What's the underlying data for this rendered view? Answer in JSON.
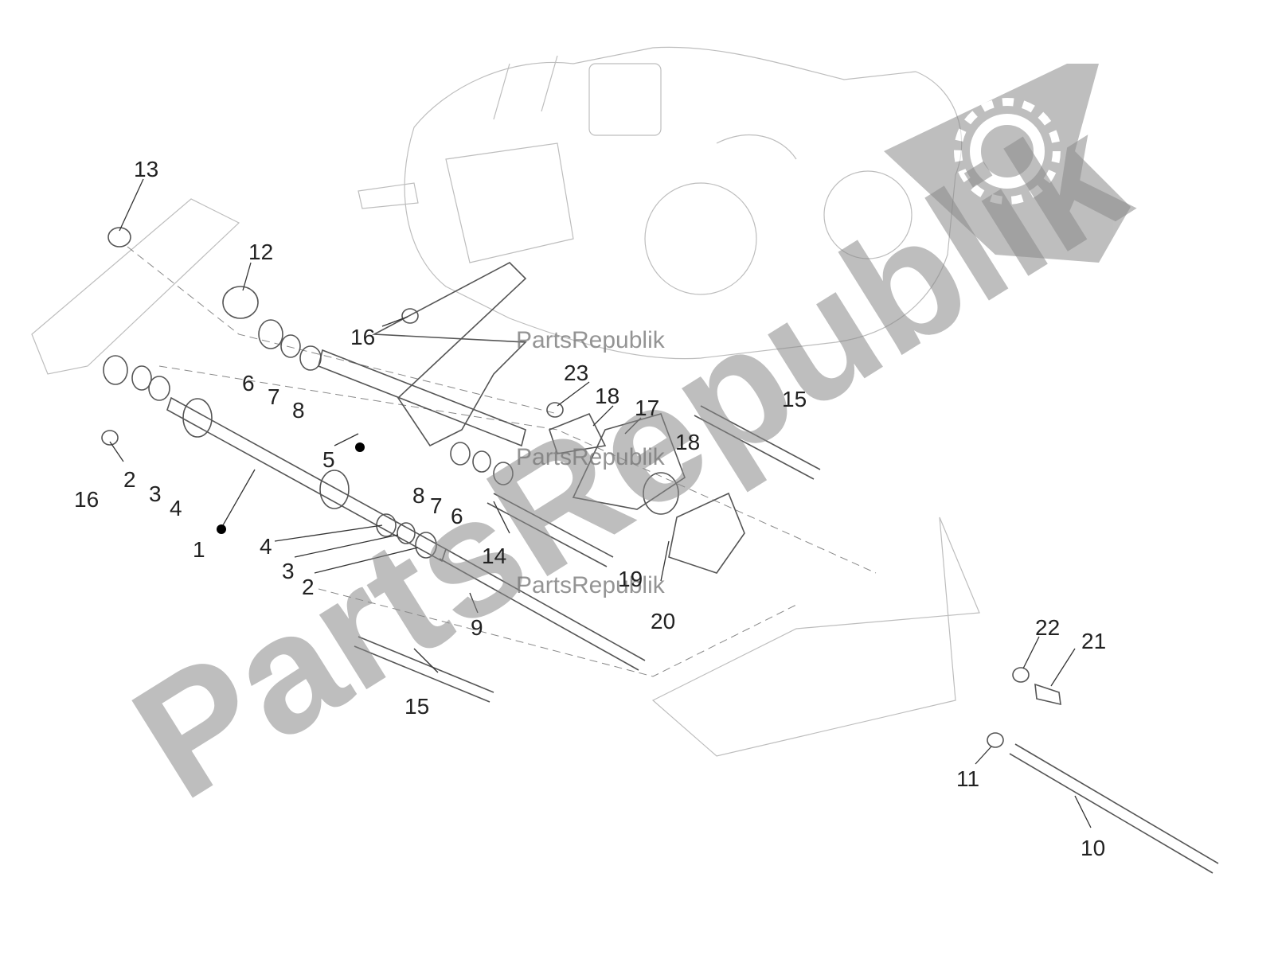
{
  "watermark": {
    "brand": "PartsRepublik",
    "small_marks": [
      "PartsRepublik",
      "PartsRepublik",
      "PartsRepublik"
    ]
  },
  "callouts": [
    "13",
    "12",
    "16",
    "6",
    "7",
    "8",
    "2",
    "3",
    "4",
    "16",
    "5",
    "1",
    "23",
    "18",
    "17",
    "15",
    "18",
    "8",
    "7",
    "6",
    "14",
    "4",
    "3",
    "2",
    "19",
    "20",
    "9",
    "15",
    "22",
    "21",
    "11",
    "10"
  ],
  "colors": {
    "watermark": "#8a8a8a",
    "lines": "#555555",
    "ghost": "#bdbdbd"
  }
}
